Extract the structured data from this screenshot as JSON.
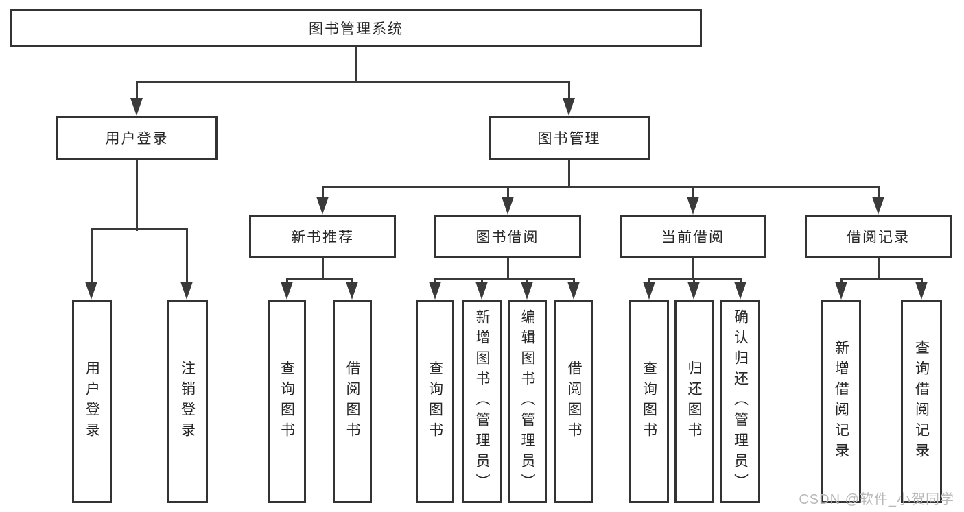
{
  "page": {
    "colors": {
      "line": "#3a3a3a",
      "box_border": "#333333",
      "text": "#262626",
      "watermark": "#b9b9b9",
      "background": "#ffffff"
    }
  },
  "diagram": {
    "root": {
      "label": "图书管理系统"
    },
    "branches": [
      {
        "label": "用户登录",
        "children": [
          "用户登录",
          "注销登录"
        ]
      },
      {
        "label": "图书管理",
        "children": [
          {
            "label": "新书推荐",
            "children": [
              "查询图书",
              "借阅图书"
            ]
          },
          {
            "label": "图书借阅",
            "children": [
              "查询图书",
              "新增图书（管理员）",
              "编辑图书（管理员）",
              "借阅图书"
            ]
          },
          {
            "label": "当前借阅",
            "children": [
              "查询图书",
              "归还图书",
              "确认归还（管理员）"
            ]
          },
          {
            "label": "借阅记录",
            "children": [
              "新增借阅记录",
              "查询借阅记录"
            ]
          }
        ]
      }
    ]
  },
  "watermark": {
    "text": "CSDN @软件_小贺同学"
  }
}
